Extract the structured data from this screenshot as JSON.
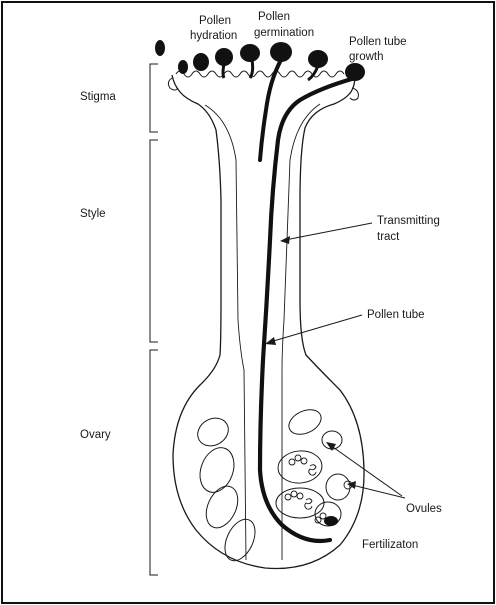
{
  "labels": {
    "pollen_hydration_1": "Pollen",
    "pollen_hydration_2": "hydration",
    "pollen_germination_1": "Pollen",
    "pollen_germination_2": "germination",
    "pollen_tube_growth_1": "Pollen tube",
    "pollen_tube_growth_2": "growth",
    "stigma": "Stigma",
    "style": "Style",
    "ovary": "Ovary",
    "transmitting_tract_1": "Transmitting",
    "transmitting_tract_2": "tract",
    "pollen_tube": "Pollen tube",
    "ovules": "Ovules",
    "fertilization": "Fertilizaton"
  },
  "colors": {
    "background": "#ffffff",
    "ink": "#1a1a1a",
    "border": "#111111"
  }
}
